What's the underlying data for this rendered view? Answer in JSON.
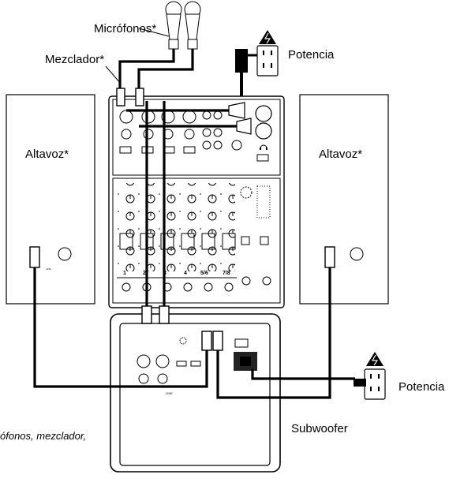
{
  "labels": {
    "microphones": "Micrófonos*",
    "mixer": "Mezclador*",
    "power_top": "Potencia",
    "speaker_left": "Altavoz*",
    "speaker_right": "Altavoz*",
    "power_right": "Potencia",
    "subwoofer": "Subwoofer",
    "footnote": "ófonos, mezclador,"
  },
  "mixer_channel_labels": [
    "1",
    "2",
    "3",
    "4",
    "5/6",
    "7/8"
  ],
  "colors": {
    "line": "#000000",
    "panel": "#ffffff",
    "panel_dark": "#222222",
    "warning": "#000000"
  },
  "icons": {
    "outlet_top": "power-outlet-icon",
    "outlet_right": "power-outlet-icon",
    "warning": "high-voltage-warning-icon",
    "headphones": "headphones-icon"
  }
}
